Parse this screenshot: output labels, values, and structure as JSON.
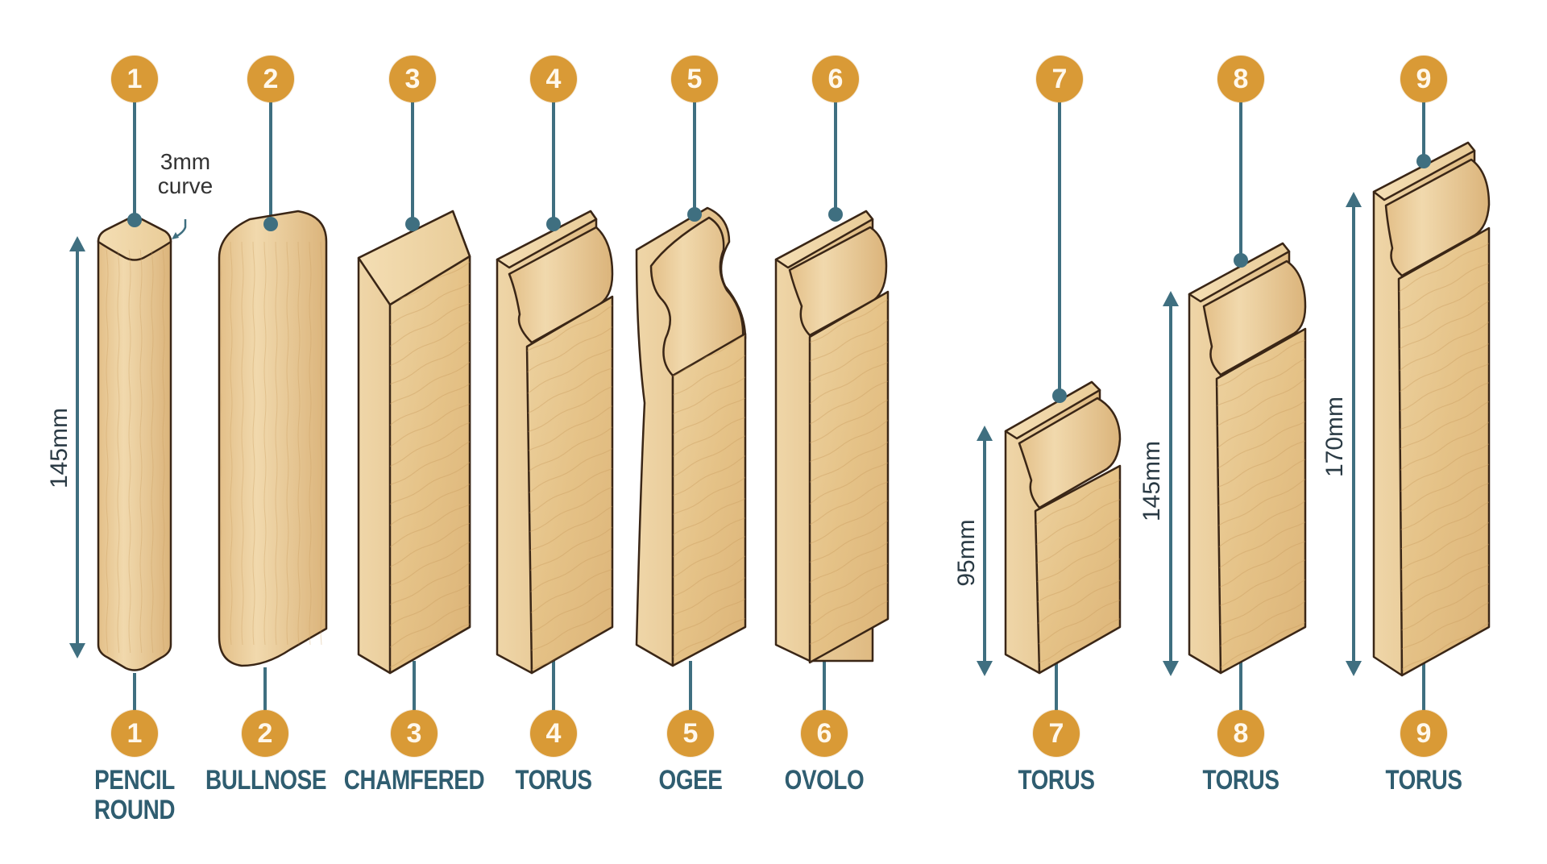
{
  "diagram": {
    "colors": {
      "badge": "#d99a36",
      "badge_text": "#fff8ec",
      "leader_line": "#3f6f80",
      "label_text": "#2f5d70",
      "wood_face": "#e8c894",
      "wood_side": "#dbb57e",
      "wood_top": "#f0d8aa",
      "outline": "#3a2616"
    },
    "annotation": {
      "text_line1": "3mm",
      "text_line2": "curve"
    },
    "profiles": [
      {
        "number": "1",
        "name": "PENCIL\nROUND",
        "dimension": "145mm"
      },
      {
        "number": "2",
        "name": "BULLNOSE",
        "dimension": ""
      },
      {
        "number": "3",
        "name": "CHAMFERED",
        "dimension": ""
      },
      {
        "number": "4",
        "name": "TORUS",
        "dimension": ""
      },
      {
        "number": "5",
        "name": "OGEE",
        "dimension": ""
      },
      {
        "number": "6",
        "name": "OVOLO",
        "dimension": ""
      },
      {
        "number": "7",
        "name": "TORUS",
        "dimension": "95mm"
      },
      {
        "number": "8",
        "name": "TORUS",
        "dimension": "145mm"
      },
      {
        "number": "9",
        "name": "TORUS",
        "dimension": "170mm"
      }
    ]
  }
}
